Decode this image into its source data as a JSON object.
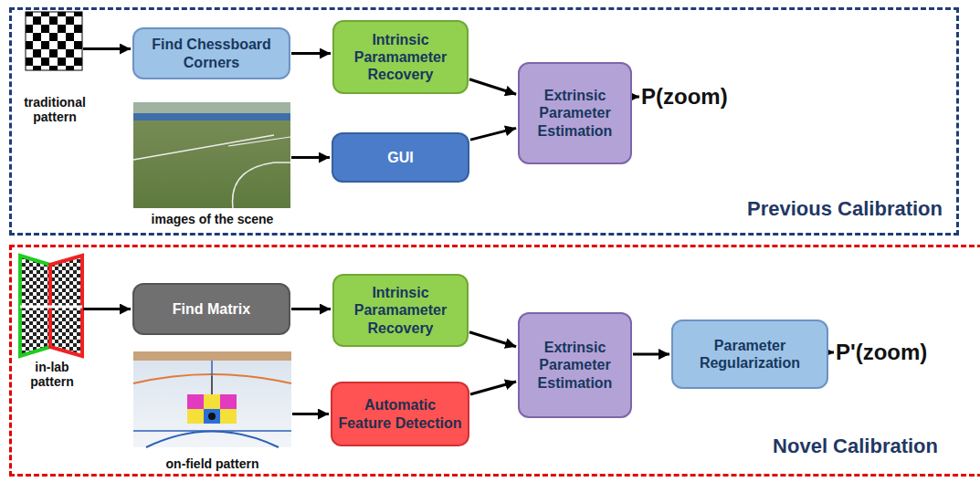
{
  "diagram": {
    "nodes": [
      {
        "text": [
          "Previous Calibration"
        ]
      },
      {
        "text": [
          "traditional pattern"
        ],
        "in": 0
      },
      {
        "text": [
          "Find Chessboard Corners"
        ],
        "in": 0
      },
      {
        "text": [
          "Intrinsic Paramameter Recovery"
        ],
        "in": 0
      },
      {
        "text": [
          "images of the scene"
        ],
        "in": 0
      },
      {
        "text": [
          "GUI"
        ],
        "in": 0
      },
      {
        "text": [
          "Extrinsic Parameter Estimation"
        ],
        "in": 0
      },
      {
        "text": [
          "P(zoom)"
        ],
        "in": 0
      },
      {
        "text": [
          "Novel Calibration"
        ]
      },
      {
        "text": [
          "in-lab pattern"
        ],
        "in": 8
      },
      {
        "text": [
          "Find Matrix"
        ],
        "in": 8
      },
      {
        "text": [
          "Intrinsic Paramameter Recovery"
        ],
        "in": 8
      },
      {
        "text": [
          "on-field pattern"
        ],
        "in": 8
      },
      {
        "text": [
          "Automatic Feature Detection"
        ],
        "in": 8
      },
      {
        "text": [
          "Extrinsic Parameter Estimation"
        ],
        "in": 8
      },
      {
        "text": [
          "Parameter Regularization"
        ],
        "in": 8
      },
      {
        "text": [
          "P'(zoom)"
        ],
        "in": 8
      }
    ],
    "edges": [
      {
        "from": 1,
        "to": 2,
        "arrow": "to"
      },
      {
        "from": 2,
        "to": 3,
        "arrow": "to"
      },
      {
        "from": 3,
        "to": 6,
        "arrow": "to"
      },
      {
        "from": 4,
        "to": 5,
        "arrow": "to"
      },
      {
        "from": 5,
        "to": 6,
        "arrow": "to"
      },
      {
        "from": 6,
        "to": 7,
        "arrow": "to"
      },
      {
        "from": 9,
        "to": 10,
        "arrow": "to"
      },
      {
        "from": 10,
        "to": 11,
        "arrow": "to"
      },
      {
        "from": 11,
        "to": 14,
        "arrow": "to"
      },
      {
        "from": 12,
        "to": 13,
        "arrow": "to"
      },
      {
        "from": 13,
        "to": 14,
        "arrow": "to"
      },
      {
        "from": 14,
        "to": 15,
        "arrow": "to"
      },
      {
        "from": 15,
        "to": 16,
        "arrow": "to"
      }
    ]
  }
}
